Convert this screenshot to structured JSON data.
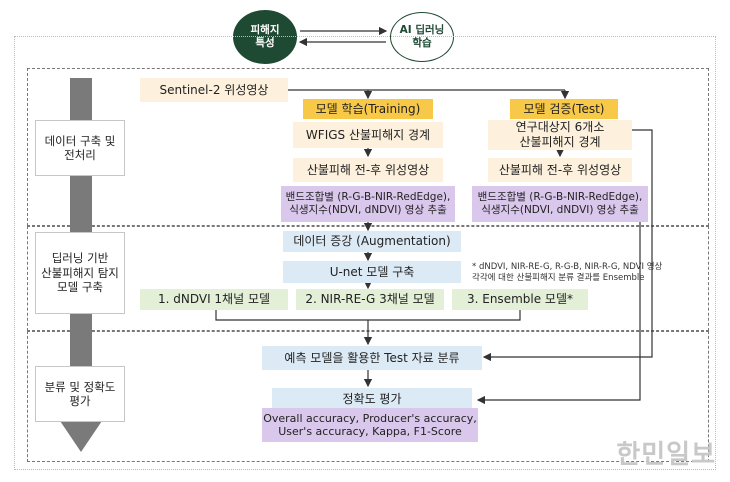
{
  "top": {
    "left_circle": "피해지\n특성",
    "right_circle": "AI 딥러닝\n학습"
  },
  "stages": [
    {
      "label": "데이터 구축 및\n전처리"
    },
    {
      "label": "딥러닝 기반\n산불피해지 탐지\n모델 구축"
    },
    {
      "label": "분류 및 정확도\n평가"
    }
  ],
  "section1": {
    "sentinel": "Sentinel-2 위성영상",
    "training": {
      "header": "모델 학습(Training)",
      "boundary": "WFIGS 산불피해지 경계",
      "images": "산불피해 전-후 위성영상",
      "bands": "밴드조합별 (R-G-B-NIR-RedEdge),\n식생지수(NDVI, dNDVI) 영상 추출"
    },
    "test": {
      "header": "모델 검증(Test)",
      "boundary": "연구대상지 6개소\n산불피해지 경계",
      "images": "산불피해 전-후 위성영상",
      "bands": "밴드조합별 (R-G-B-NIR-RedEdge),\n식생지수(NDVI, dNDVI) 영상 추출"
    }
  },
  "section2": {
    "augmentation": "데이터 증강 (Augmentation)",
    "unet": "U-net 모델 구축",
    "models": [
      "1. dNDVI 1채널 모델",
      "2. NIR-RE-G 3채널 모델",
      "3. Ensemble 모델*"
    ],
    "note": "* dNDVI, NIR-RE-G, R-G-B, NIR-R-G, NDVI 영상\n각각에 대한 산불피해지 분류 결과를 Ensemble"
  },
  "section3": {
    "classify": "예측 모델을 활용한 Test 자료 분류",
    "accuracy": "정확도 평가",
    "metrics": "Overall accuracy, Producer's accuracy,\nUser's accuracy, Kappa, F1-Score"
  },
  "watermark": "한민일보",
  "colors": {
    "circle_dark": "#1e4a33",
    "header_yellow": "#f8c948",
    "arrow_gray": "#777777"
  }
}
